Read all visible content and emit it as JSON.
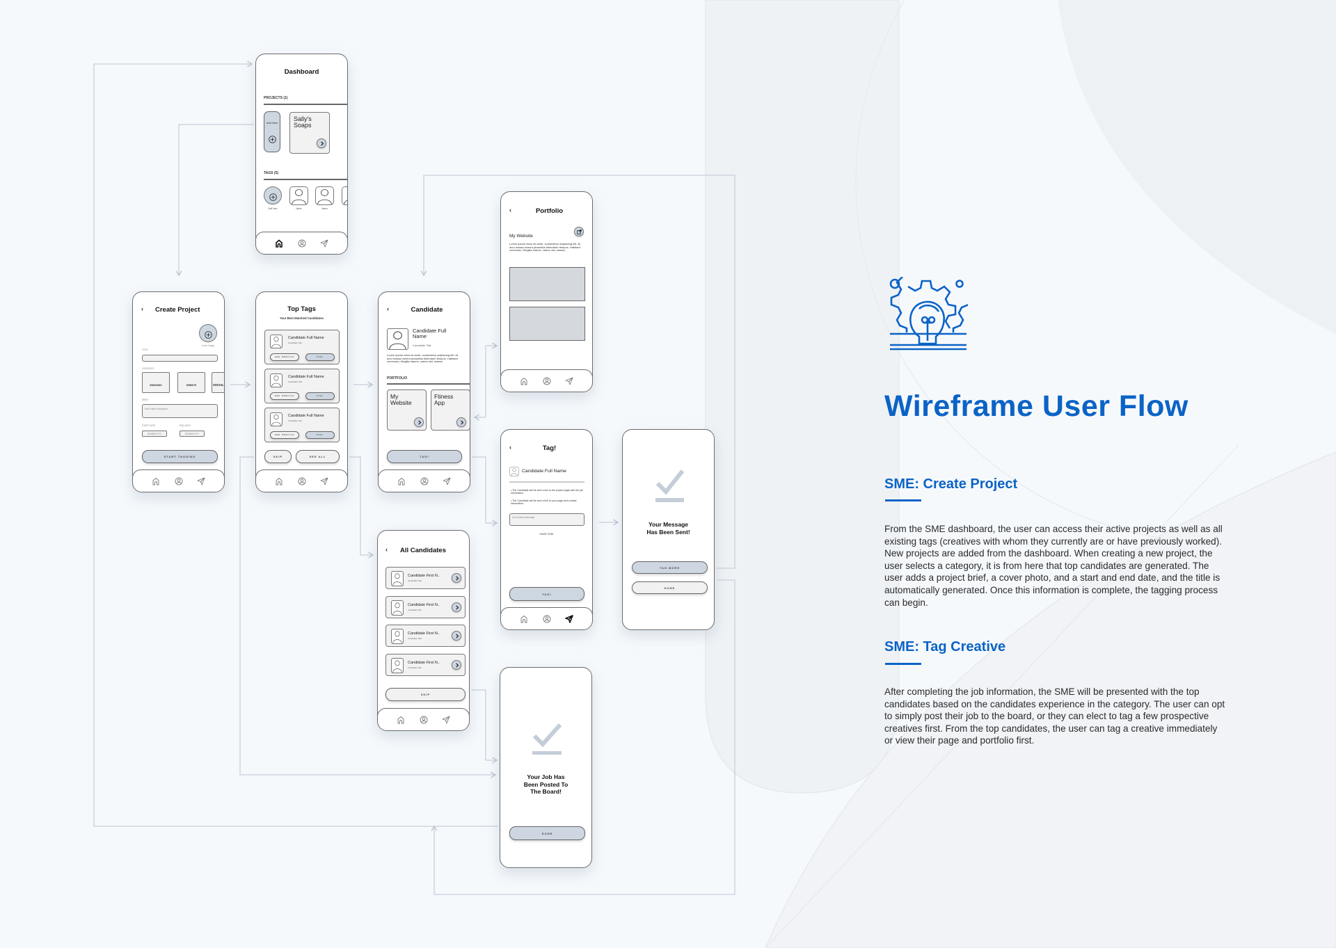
{
  "colors": {
    "accent": "#0b63c6",
    "wire_fill": "#cdd6e1",
    "connector": "#c8d0da",
    "background": "#f6f9fc"
  },
  "icons": {
    "nav": [
      "home-icon",
      "profile-icon",
      "send-icon"
    ],
    "header": "gear-lightbulb-icon"
  },
  "dashboard": {
    "title": "Dashboard",
    "projects_label": "PROJECTS (1)",
    "add_new": "Add New",
    "project_name": "Sally's Soaps",
    "tags_label": "TAGS (5)",
    "tag_add_label": "Add New",
    "tag_names": [
      "Name",
      "Name"
    ]
  },
  "create_project": {
    "title": "Create Project",
    "cover_image": "Cover Image",
    "title_label": "TITLE",
    "category_label": "CATEGORY",
    "categories": [
      "BRANDING",
      "WEBSITE",
      "SOCIAL"
    ],
    "brief_label": "BRIEF",
    "brief_placeholder": "Add Project Description",
    "start_date_label": "START DATE",
    "end_date_label": "END DATE",
    "date_placeholder": "DD/MM/YYYY",
    "start_button": "START TAGGING"
  },
  "top_tags": {
    "title": "Top Tags",
    "subtitle": "Your Best Matched Candidates",
    "candidates": [
      {
        "name": "Candidate Full Name",
        "title": "Candidate Title"
      },
      {
        "name": "Candidate Full Name",
        "title": "Candidate Title"
      },
      {
        "name": "Candidate Full Name",
        "title": "Candidate Title"
      }
    ],
    "see_profile": "SEE PROFILE",
    "tag": "TAG!",
    "skip": "SKIP",
    "see_all": "SEE ALL"
  },
  "candidate": {
    "title": "Candidate",
    "name": "Candidate Full Name",
    "candidate_title": "Candidate Title",
    "bio": "Lorem ipsum dolor sit amet, consectetur adipiscing elit. At arcu massa viverra phasellus bibendum tempus. Habitant commodo, fringilla mauris, varius nisi, massa.",
    "portfolio_label": "PORTFOLIO",
    "portfolio_items": [
      "My Website",
      "Ftiness App"
    ],
    "tag_button": "TAG!"
  },
  "portfolio": {
    "title": "Portfolio",
    "item_title": "My Website",
    "description": "Lorem ipsum dolor sit amet, consectetur adipiscing elit. At arcu massa viverra phasellus bibendum tempus. Habitant commodo, fringilla mauris, varius nisi, massa."
  },
  "tag": {
    "title": "Tag!",
    "name": "Candidate Full Name",
    "bullets": [
      "The Candidate will be sent a link to the project page with the job information.",
      "The Candidate will be sent a link to your page and contact information."
    ],
    "message_placeholder": "Add Optional Message",
    "have_fun": "HAVE FUN!",
    "tag_button": "TAG!"
  },
  "message_sent": {
    "line1": "Your Message",
    "line2": "Has Been Sent!",
    "tag_more": "TAG MORE",
    "done": "DONE"
  },
  "all_candidates": {
    "title": "All Candidates",
    "rows": [
      {
        "name": "Candidate First N..",
        "title": "Candidate Title"
      },
      {
        "name": "Candidate First N..",
        "title": "Candidate Title"
      },
      {
        "name": "Candidate First N..",
        "title": "Candidate Title"
      },
      {
        "name": "Candidate First N..",
        "title": "Candidate Title"
      }
    ],
    "skip": "SKIP"
  },
  "job_posted": {
    "line1": "Your Job Has",
    "line2": "Been Posted To",
    "line3": "The Board!",
    "done": "DONE"
  },
  "info": {
    "title": "Wireframe User Flow",
    "sections": [
      {
        "heading": "SME: Create Project",
        "body": "From the SME dashboard, the user can access their active projects as well as all existing tags (creatives with whom they currently are or have previously worked). New projects are added from the dashboard. When creating a new project, the user selects a category, it is from here that top candidates are generated. The user adds a project brief, a cover photo, and a start and end date, and the title is automatically generated. Once this information is complete, the tagging process can begin."
      },
      {
        "heading": "SME: Tag Creative",
        "body": "After completing the job information, the SME will be presented with the top candidates based on the candidates experience in the category. The user can opt to simply post their job to the board, or they can elect to tag a few prospective creatives first. From the top candidates, the user can tag a creative immediately or view their page and portfolio first."
      }
    ]
  }
}
